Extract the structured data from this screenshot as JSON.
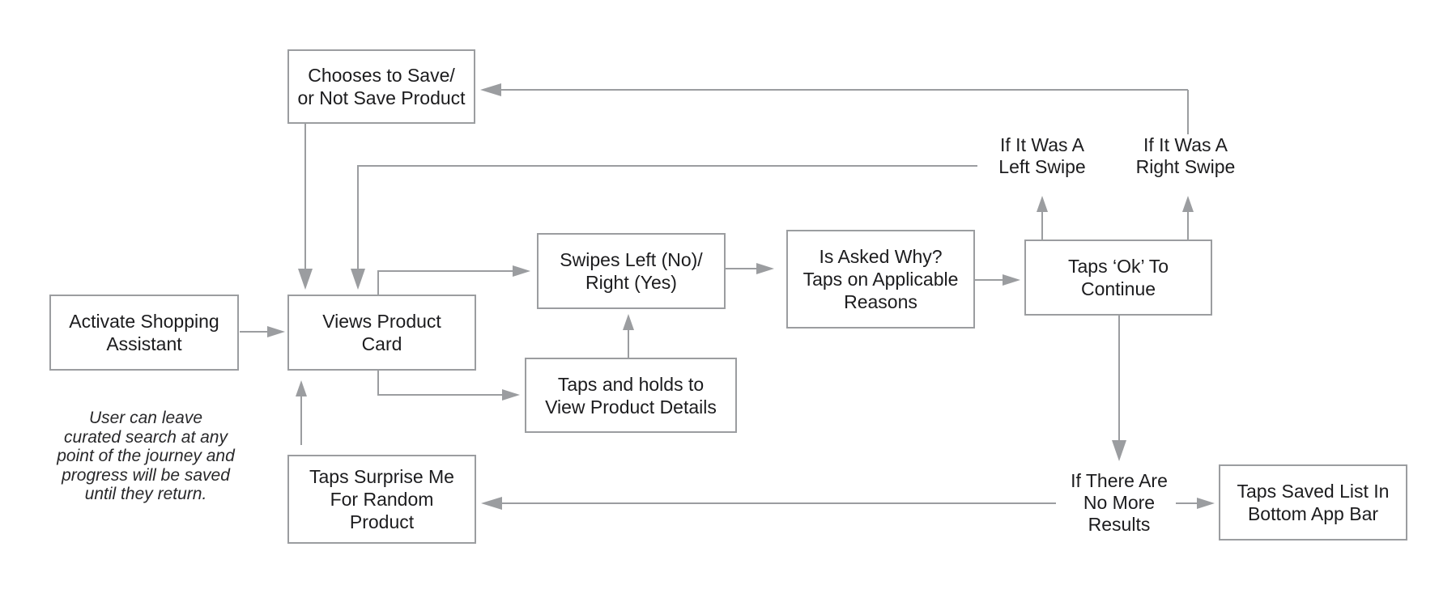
{
  "diagram": {
    "nodes": {
      "chooses_to_save": {
        "label": "Chooses to Save/\nor Not Save Product"
      },
      "activate_assistant": {
        "label": "Activate Shopping\nAssistant"
      },
      "views_product_card": {
        "label": "Views Product\nCard"
      },
      "swipes_left_right": {
        "label": "Swipes Left (No)/\nRight (Yes)"
      },
      "asked_why": {
        "label": "Is Asked Why?\nTaps on Applicable\nReasons"
      },
      "taps_ok": {
        "label": "Taps ‘Ok’ To\nContinue"
      },
      "taps_and_holds": {
        "label": "Taps and holds to\nView Product Details"
      },
      "surprise_me": {
        "label": "Taps Surprise Me\nFor Random\nProduct"
      },
      "saved_list": {
        "label": "Taps Saved List In\nBottom App Bar"
      }
    },
    "labels": {
      "left_swipe": "If It Was A\nLeft Swipe",
      "right_swipe": "If It Was A\nRight Swipe",
      "no_more_results": "If There Are\nNo More\nResults"
    },
    "note": "User can leave\ncurated search at any\npoint of the journey and\nprogress will be saved\nuntil they return.",
    "colors": {
      "line": "#9b9da0",
      "text": "#1c1c1e",
      "background": "#ffffff"
    }
  }
}
